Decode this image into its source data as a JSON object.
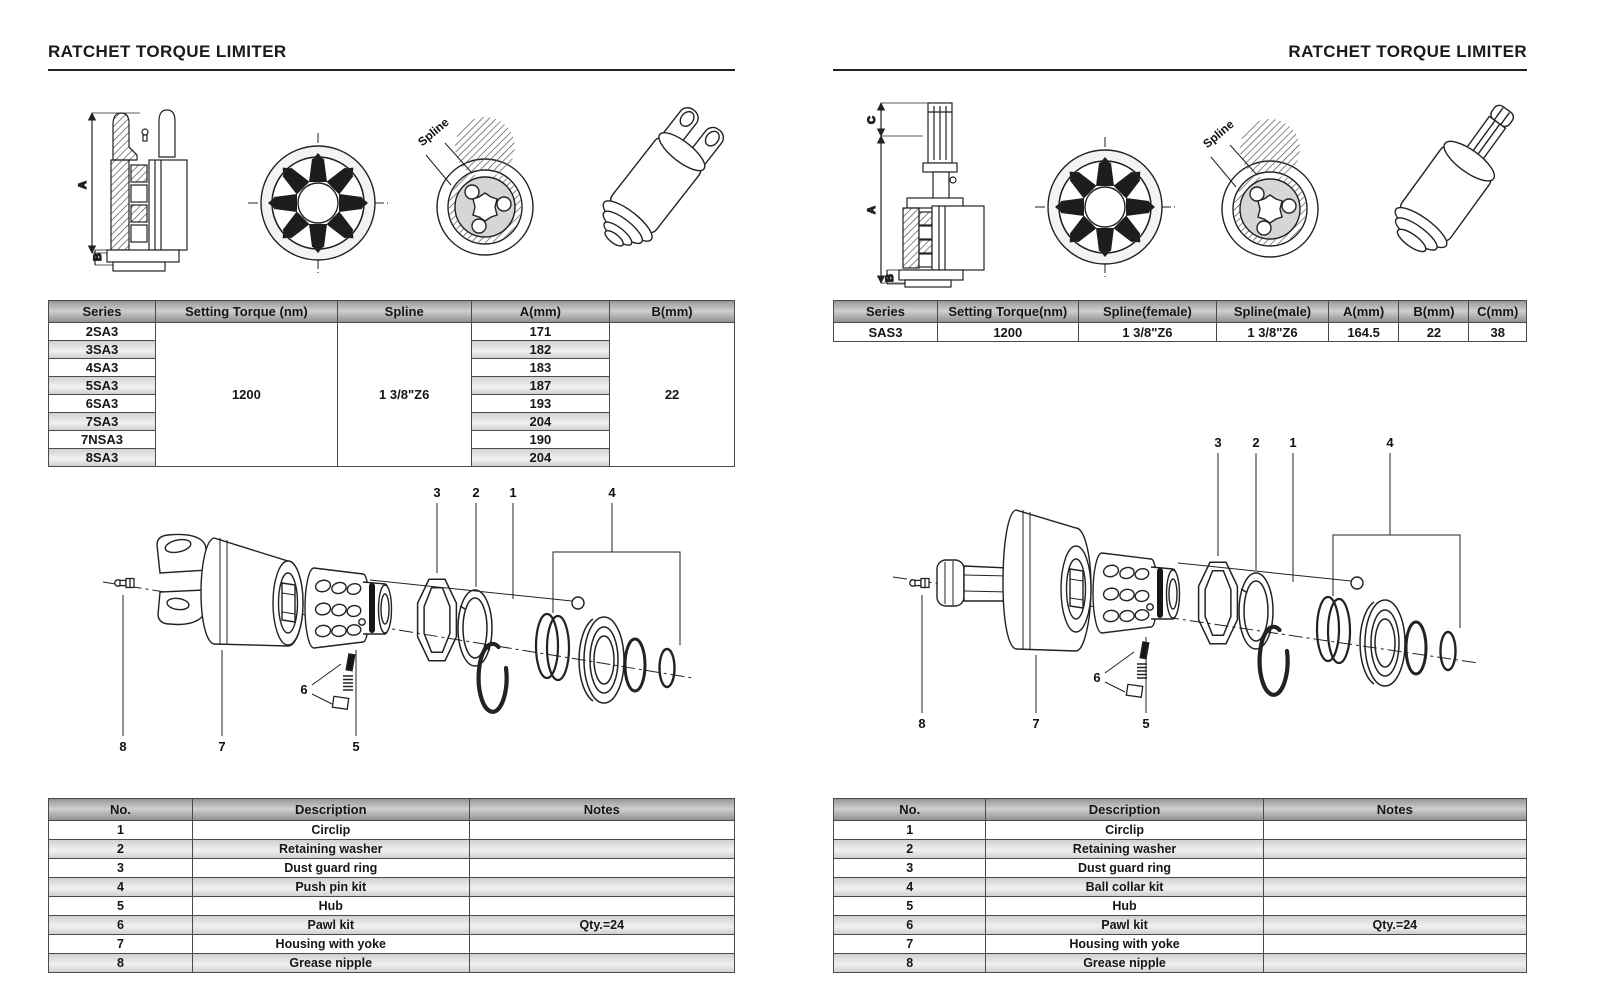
{
  "left": {
    "title": "RATCHET TORQUE LIMITER",
    "spec_table": {
      "headers": [
        "Series",
        "Setting Torque (nm)",
        "Spline",
        "A(mm)",
        "B(mm)"
      ],
      "series": [
        "2SA3",
        "3SA3",
        "4SA3",
        "5SA3",
        "6SA3",
        "7SA3",
        "7NSA3",
        "8SA3"
      ],
      "a_values": [
        "171",
        "182",
        "183",
        "187",
        "193",
        "204",
        "190",
        "204"
      ],
      "setting_torque": "1200",
      "spline": "1 3/8\"Z6",
      "b_value": "22"
    },
    "parts_table": {
      "headers": [
        "No.",
        "Description",
        "Notes"
      ],
      "rows": [
        {
          "no": "1",
          "description": "Circlip",
          "notes": ""
        },
        {
          "no": "2",
          "description": "Retaining washer",
          "notes": ""
        },
        {
          "no": "3",
          "description": "Dust guard ring",
          "notes": ""
        },
        {
          "no": "4",
          "description": "Push pin kit",
          "notes": ""
        },
        {
          "no": "5",
          "description": "Hub",
          "notes": ""
        },
        {
          "no": "6",
          "description": "Pawl kit",
          "notes": "Qty.=24"
        },
        {
          "no": "7",
          "description": "Housing with yoke",
          "notes": ""
        },
        {
          "no": "8",
          "description": "Grease nipple",
          "notes": ""
        }
      ]
    }
  },
  "right": {
    "title": "RATCHET TORQUE LIMITER",
    "spec_table": {
      "headers": [
        "Series",
        "Setting Torque(nm)",
        "Spline(female)",
        "Spline(male)",
        "A(mm)",
        "B(mm)",
        "C(mm)"
      ],
      "row": {
        "series": "SAS3",
        "setting_torque": "1200",
        "spline_female": "1 3/8\"Z6",
        "spline_male": "1 3/8\"Z6",
        "a": "164.5",
        "b": "22",
        "c": "38"
      }
    },
    "parts_table": {
      "headers": [
        "No.",
        "Description",
        "Notes"
      ],
      "rows": [
        {
          "no": "1",
          "description": "Circlip",
          "notes": ""
        },
        {
          "no": "2",
          "description": "Retaining washer",
          "notes": ""
        },
        {
          "no": "3",
          "description": "Dust guard ring",
          "notes": ""
        },
        {
          "no": "4",
          "description": "Ball collar kit",
          "notes": ""
        },
        {
          "no": "5",
          "description": "Hub",
          "notes": ""
        },
        {
          "no": "6",
          "description": "Pawl kit",
          "notes": "Qty.=24"
        },
        {
          "no": "7",
          "description": "Housing with yoke",
          "notes": ""
        },
        {
          "no": "8",
          "description": "Grease nipple",
          "notes": ""
        }
      ]
    }
  },
  "drawing_labels": {
    "spline": "Spline",
    "dim_a": "A",
    "dim_b": "B",
    "dim_c": "C"
  },
  "callouts": {
    "n1": "1",
    "n2": "2",
    "n3": "3",
    "n4": "4",
    "n5": "5",
    "n6": "6",
    "n7": "7",
    "n8": "8"
  },
  "colors": {
    "ink": "#1a1a1a",
    "table_header_gray": "#a8a8a8",
    "row_stripe_gray": "#e2e2e2"
  }
}
